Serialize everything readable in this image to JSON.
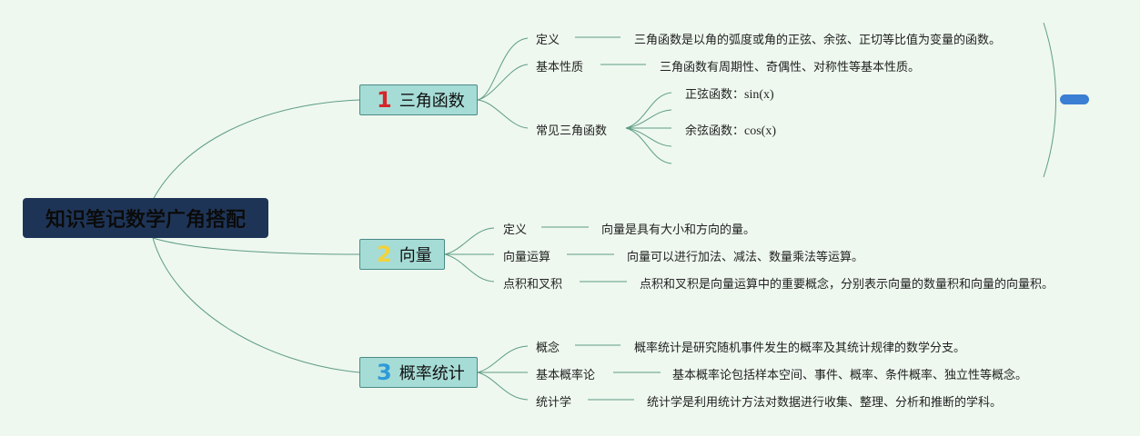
{
  "root": {
    "label": "知识笔记数学广角搭配"
  },
  "colors": {
    "line": "#5f9c86",
    "num1": "#d6252b",
    "num2": "#f3d23a",
    "num3": "#2e9ad8",
    "collapse": "#3a7fd4"
  },
  "topics": [
    {
      "num": "1",
      "label": "三角函数",
      "children": [
        {
          "label": "定义",
          "note": "三角函数是以角的弧度或角的正弦、余弦、正切等比值为变量的函数。"
        },
        {
          "label": "基本性质",
          "note": "三角函数有周期性、奇偶性、对称性等基本性质。"
        },
        {
          "label": "常见三角函数",
          "items": [
            "正弦函数：",
            "sin(x)",
            "余弦函数：",
            "cos(x)"
          ]
        }
      ]
    },
    {
      "num": "2",
      "label": "向量",
      "children": [
        {
          "label": "定义",
          "note": "向量是具有大小和方向的量。"
        },
        {
          "label": "向量运算",
          "note": "向量可以进行加法、减法、数量乘法等运算。"
        },
        {
          "label": "点积和叉积",
          "note": "点积和叉积是向量运算中的重要概念，分别表示向量的数量积和向量的向量积。"
        }
      ]
    },
    {
      "num": "3",
      "label": "概率统计",
      "children": [
        {
          "label": "概念",
          "note": "概率统计是研究随机事件发生的概率及其统计规律的数学分支。"
        },
        {
          "label": "基本概率论",
          "note": "基本概率论包括样本空间、事件、概率、条件概率、独立性等概念。"
        },
        {
          "label": "统计学",
          "note": "统计学是利用统计方法对数据进行收集、整理、分析和推断的学科。"
        }
      ]
    }
  ]
}
